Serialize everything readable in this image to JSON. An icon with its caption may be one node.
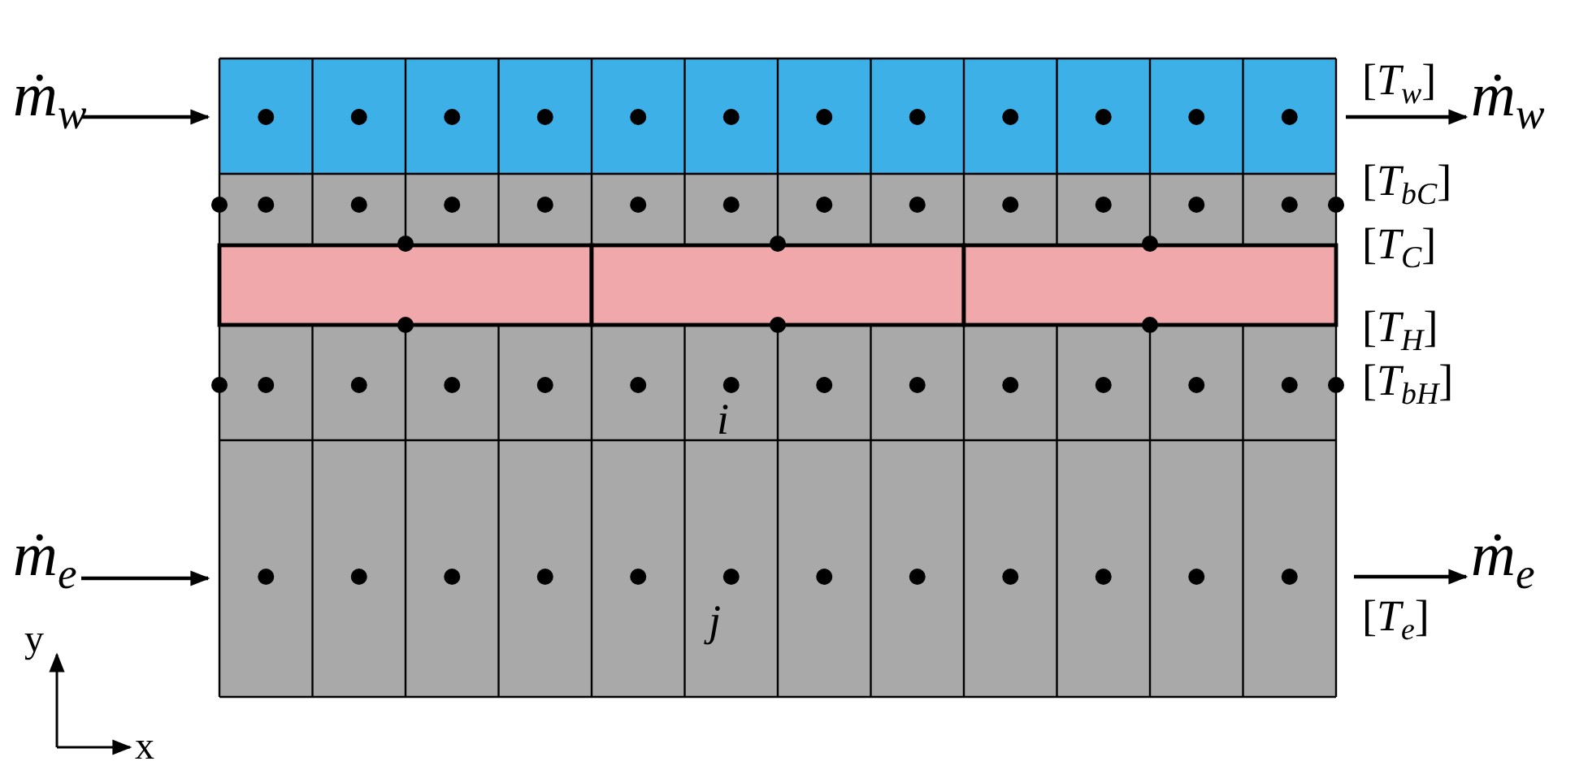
{
  "diagram": {
    "labels": [
      "[*T*$_{w}$]",
      "ṁ$_{w}$",
      "ṁ$_{w}$",
      "[*T*$_{bC}$]",
      "[*T*$_{C}$]",
      "[*T*$_{H}$]",
      "[*T*$_{bH}$]",
      "*i*",
      "ṁ$_{e}$",
      "ṁ$_{e}$",
      "*j*",
      "[*T*$_{e}$]",
      "y",
      "x"
    ]
  }
}
